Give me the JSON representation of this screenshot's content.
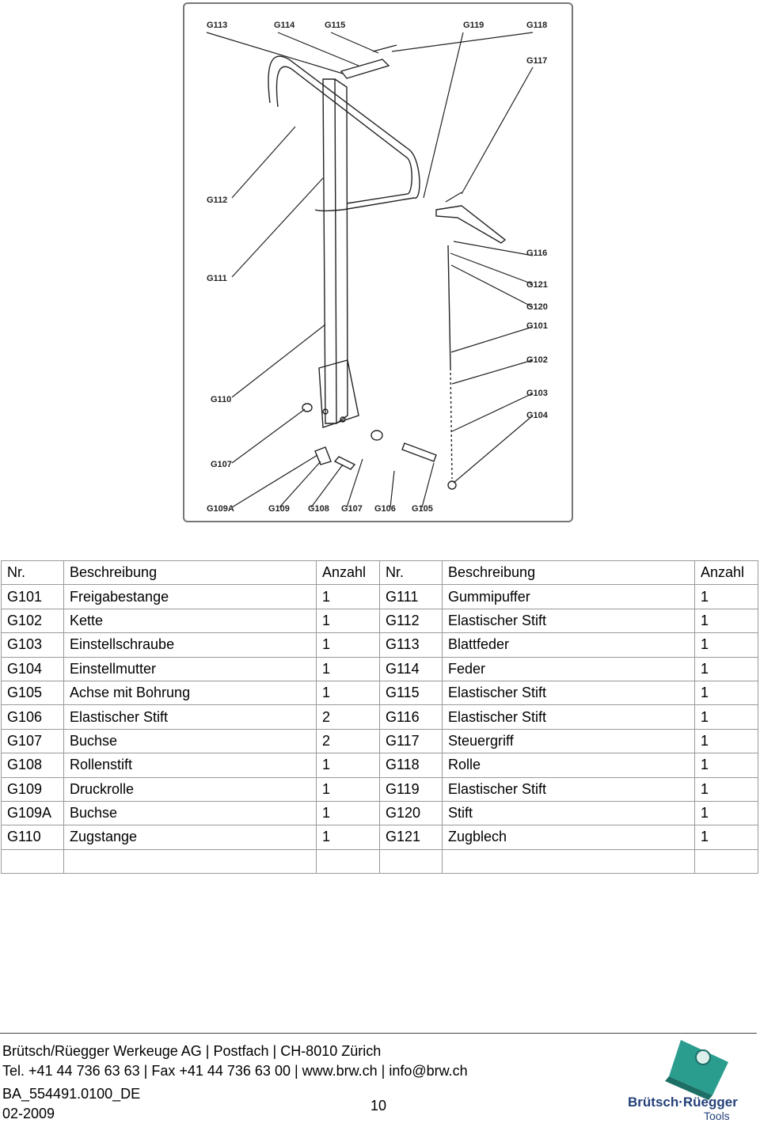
{
  "diagram": {
    "labels": {
      "g113": "G113",
      "g114": "G114",
      "g115": "G115",
      "g119": "G119",
      "g118": "G118",
      "g117": "G117",
      "g112": "G112",
      "g111": "G111",
      "g110": "G110",
      "g107": "G107",
      "g109a": "G109A",
      "g109": "G109",
      "g108": "G108",
      "g107b": "G107",
      "g106": "G106",
      "g105": "G105",
      "g116": "G116",
      "g121": "G121",
      "g120": "G120",
      "g101": "G101",
      "g102": "G102",
      "g103": "G103",
      "g104": "G104"
    }
  },
  "table": {
    "headers": [
      "Nr.",
      "Beschreibung",
      "Anzahl",
      "Nr.",
      "Beschreibung",
      "Anzahl"
    ],
    "rows": [
      [
        "G101",
        "Freigabestange",
        "1",
        "G111",
        "Gummipuffer",
        "1"
      ],
      [
        "G102",
        "Kette",
        "1",
        "G112",
        "Elastischer Stift",
        "1"
      ],
      [
        "G103",
        "Einstellschraube",
        "1",
        "G113",
        "Blattfeder",
        "1"
      ],
      [
        "G104",
        "Einstellmutter",
        "1",
        "G114",
        "Feder",
        "1"
      ],
      [
        "G105",
        "Achse mit Bohrung",
        "1",
        "G115",
        "Elastischer Stift",
        "1"
      ],
      [
        "G106",
        "Elastischer Stift",
        "2",
        "G116",
        "Elastischer Stift",
        "1"
      ],
      [
        "G107",
        "Buchse",
        "2",
        "G117",
        "Steuergriff",
        "1"
      ],
      [
        "G108",
        "Rollenstift",
        "1",
        "G118",
        "Rolle",
        "1"
      ],
      [
        "G109",
        "Druckrolle",
        "1",
        "G119",
        "Elastischer Stift",
        "1"
      ],
      [
        "G109A",
        "Buchse",
        "1",
        "G120",
        "Stift",
        "1"
      ],
      [
        "G110",
        "Zugstange",
        "1",
        "G121",
        "Zugblech",
        "1"
      ],
      [
        "",
        "",
        "",
        "",
        "",
        ""
      ]
    ]
  },
  "footer": {
    "company_line": "Brütsch/Rüegger Werkeuge AG | Postfach | CH-8010 Zürich",
    "contact_line": "Tel. +41 44 736 63 63 | Fax +41 44 736 63 00 | www.brw.ch | info@brw.ch",
    "doc_id": "BA_554491.0100_DE",
    "date": "02-2009",
    "page_number": "10",
    "logo_brand": "Brütsch·Rüegger",
    "logo_sub": "Tools"
  },
  "colors": {
    "logo_blue": "#23407a",
    "logo_green": "#2a9d8f"
  }
}
